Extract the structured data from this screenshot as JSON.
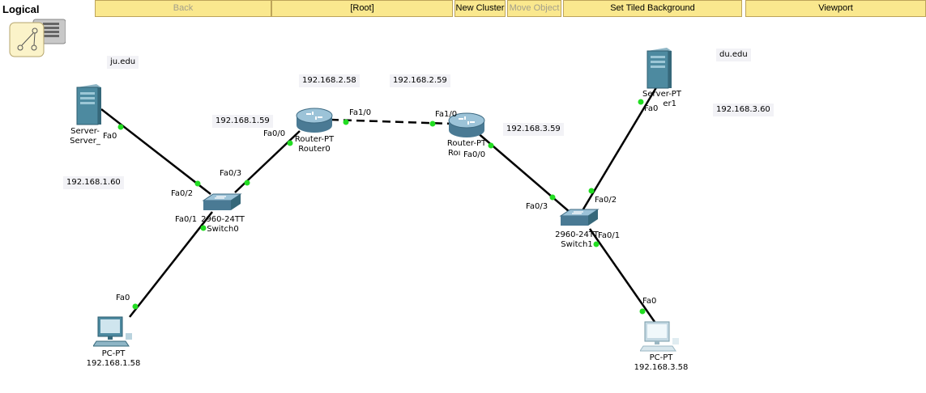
{
  "toolbar": {
    "logical_label": "Logical",
    "back": "Back",
    "root": "[Root]",
    "new_cluster": "New Cluster",
    "move_object": "Move Object",
    "set_tiled_background": "Set Tiled Background",
    "viewport": "Viewport"
  },
  "domains": {
    "left": "ju.edu",
    "right": "du.edu"
  },
  "ip_labels": {
    "r0_fa10": "192.168.2.58",
    "r1_fa10": "192.168.2.59",
    "r0_fa00": "192.168.1.59",
    "r1_fa00": "192.168.3.59",
    "server0": "192.168.1.60",
    "server1": "192.168.3.60"
  },
  "devices": {
    "server0": {
      "type": "Server-",
      "name": "Server_"
    },
    "router0": {
      "type": "Router-PT",
      "name": "Router0"
    },
    "router1": {
      "type": "Router-PT",
      "name": "Roı"
    },
    "switch0": {
      "type": "2960-24TT",
      "name": "Switch0"
    },
    "switch1": {
      "type": "2960-24TT",
      "name": "Switch1"
    },
    "server1": {
      "type": "Server-PT",
      "name": "er1"
    },
    "pc0": {
      "type": "PC-PT",
      "name": "192.168.1.58"
    },
    "pc1": {
      "type": "PC-PT",
      "name": "192.168.3.58"
    }
  },
  "ports": {
    "server0_fa0": "Fa0",
    "sw0_fa02": "Fa0/2",
    "sw0_fa03": "Fa0/3",
    "sw0_fa01": "Fa0/1",
    "r0_fa00": "Fa0/0",
    "r0_fa10": "Fa1/0",
    "r1_fa10": "Fa1/0",
    "r1_fa00": "Fa0/0",
    "sw1_fa03": "Fa0/3",
    "sw1_fa02": "Fa0/2",
    "sw1_fa01": "Fa0/1",
    "server1_fa0": "Fa0",
    "pc0_fa0": "Fa0",
    "pc1_fa0": "Fa0"
  },
  "colors": {
    "toolbar_bg": "#fae88e",
    "link_up": "#22dd22",
    "cable": "#000000"
  }
}
